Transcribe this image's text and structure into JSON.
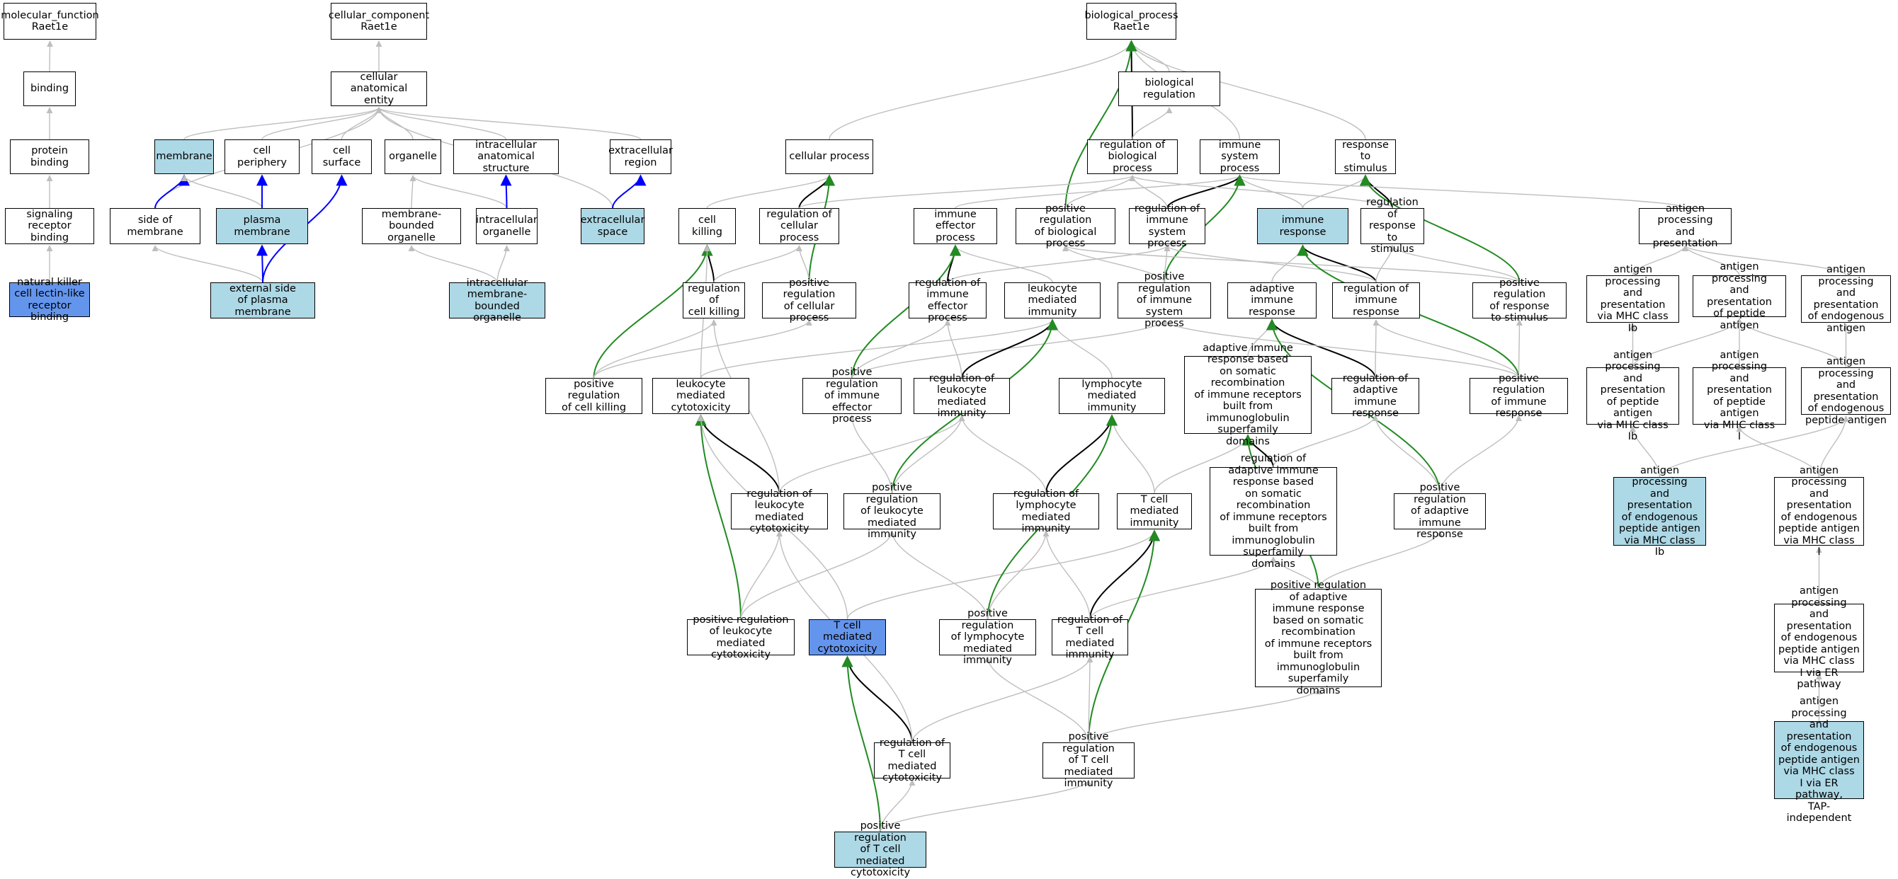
{
  "colors": {
    "is_a": "#bebebe",
    "regulates": "#000000",
    "positively_regulates": "#228b22",
    "part_of": "#0000ff",
    "highlight_light": "#add8e6",
    "highlight_dark": "#6495ed"
  },
  "nodes": {
    "mf": {
      "label": "molecular_function\nRaet1e"
    },
    "binding": {
      "label": "binding"
    },
    "protein_binding": {
      "label": "protein binding"
    },
    "signaling_receptor_binding": {
      "label": "signaling receptor\nbinding"
    },
    "nk_receptor_binding": {
      "label": "natural killer\ncell lectin-like\nreceptor binding"
    },
    "cc": {
      "label": "cellular_component\nRaet1e"
    },
    "cell_anatomical_entity": {
      "label": "cellular anatomical\nentity"
    },
    "membrane": {
      "label": "membrane"
    },
    "cell_periphery": {
      "label": "cell periphery"
    },
    "cell_surface": {
      "label": "cell surface"
    },
    "organelle": {
      "label": "organelle"
    },
    "intracellular_anatomical_structure": {
      "label": "intracellular\nanatomical structure"
    },
    "extracellular_region": {
      "label": "extracellular\nregion"
    },
    "side_of_membrane": {
      "label": "side of membrane"
    },
    "plasma_membrane": {
      "label": "plasma membrane"
    },
    "membrane_bounded_organelle": {
      "label": "membrane-bounded\norganelle"
    },
    "intracellular_organelle": {
      "label": "intracellular\norganelle"
    },
    "extracellular_space": {
      "label": "extracellular\nspace"
    },
    "external_side_pm": {
      "label": "external side\nof plasma membrane"
    },
    "intracellular_mb_organelle": {
      "label": "intracellular\nmembrane-bounded\norganelle"
    },
    "bp": {
      "label": "biological_process\nRaet1e"
    },
    "biological_regulation": {
      "label": "biological regulation"
    },
    "cellular_process": {
      "label": "cellular process"
    },
    "regulation_of_bp": {
      "label": "regulation of\nbiological process"
    },
    "immune_system_process": {
      "label": "immune system\nprocess"
    },
    "response_to_stimulus": {
      "label": "response to\nstimulus"
    },
    "cell_killing": {
      "label": "cell killing"
    },
    "regulation_of_cellular_process": {
      "label": "regulation of\ncellular process"
    },
    "immune_effector_process": {
      "label": "immune effector\nprocess"
    },
    "pos_reg_bp": {
      "label": "positive regulation\nof biological\nprocess"
    },
    "regulation_of_isp": {
      "label": "regulation of\nimmune system\nprocess"
    },
    "immune_response": {
      "label": "immune response"
    },
    "regulation_of_response_to_stimulus": {
      "label": "regulation of\nresponse to\nstimulus"
    },
    "antigen_processing": {
      "label": "antigen processing\nand presentation"
    },
    "regulation_of_cell_killing": {
      "label": "regulation of\ncell killing"
    },
    "pos_reg_cellular_process": {
      "label": "positive regulation\nof cellular\nprocess"
    },
    "regulation_of_iep": {
      "label": "regulation of\nimmune effector\nprocess"
    },
    "leukocyte_mediated_immunity": {
      "label": "leukocyte mediated\nimmunity"
    },
    "pos_reg_isp": {
      "label": "positive regulation\nof immune system\nprocess"
    },
    "adaptive_immune_response": {
      "label": "adaptive immune\nresponse"
    },
    "regulation_of_immune_response": {
      "label": "regulation of\nimmune response"
    },
    "pos_reg_response_to_stimulus": {
      "label": "positive regulation\nof response\nto stimulus"
    },
    "ap_mhc_ib": {
      "label": "antigen processing\nand presentation\nvia MHC class\nIb"
    },
    "ap_peptide": {
      "label": "antigen processing\nand presentation\nof peptide antigen"
    },
    "ap_endogenous": {
      "label": "antigen processing\nand presentation\nof endogenous\nantigen"
    },
    "pos_reg_cell_killing": {
      "label": "positive regulation\nof cell killing"
    },
    "leukocyte_mediated_cytotoxicity": {
      "label": "leukocyte mediated\ncytotoxicity"
    },
    "pos_reg_iep": {
      "label": "positive regulation\nof immune effector\nprocess"
    },
    "regulation_of_lmi": {
      "label": "regulation of\nleukocyte mediated\nimmunity"
    },
    "lymphocyte_mediated_immunity": {
      "label": "lymphocyte mediated\nimmunity"
    },
    "air_somatic": {
      "label": "adaptive immune\nresponse based\non somatic recombination\nof immune receptors\nbuilt from immunoglobulin\nsuperfamily\ndomains"
    },
    "regulation_of_air": {
      "label": "regulation of\nadaptive immune\nresponse"
    },
    "pos_reg_immune_response": {
      "label": "positive regulation\nof immune response"
    },
    "ap_peptide_mhc_ib": {
      "label": "antigen processing\nand presentation\nof peptide antigen\nvia MHC class\nIb"
    },
    "ap_peptide_mhc_i": {
      "label": "antigen processing\nand presentation\nof peptide antigen\nvia MHC class\nI"
    },
    "ap_endogenous_peptide": {
      "label": "antigen processing\nand presentation\nof endogenous\npeptide antigen"
    },
    "regulation_of_lmc": {
      "label": "regulation of\nleukocyte mediated\ncytotoxicity"
    },
    "pos_reg_lmi": {
      "label": "positive regulation\nof leukocyte\nmediated immunity"
    },
    "regulation_of_lymphocyte_mi": {
      "label": "regulation of\nlymphocyte mediated\nimmunity"
    },
    "t_cell_mediated_immunity": {
      "label": "T cell mediated\nimmunity"
    },
    "reg_air_somatic": {
      "label": "regulation of\nadaptive immune\nresponse based\non somatic recombination\nof immune receptors\nbuilt from immunoglobulin\nsuperfamily\ndomains"
    },
    "pos_reg_air": {
      "label": "positive regulation\nof adaptive\nimmune response"
    },
    "ap_endogenous_mhc_ib": {
      "label": "antigen processing\nand presentation\nof endogenous\npeptide antigen\nvia MHC class\nIb"
    },
    "ap_endogenous_mhc_i": {
      "label": "antigen processing\nand presentation\nof endogenous\npeptide antigen\nvia MHC class\nI"
    },
    "pos_reg_lmc": {
      "label": "positive regulation\nof leukocyte\nmediated cytotoxicity"
    },
    "t_cell_mediated_cytotoxicity": {
      "label": "T cell mediated\ncytotoxicity"
    },
    "pos_reg_lymphocyte_mi": {
      "label": "positive regulation\nof lymphocyte\nmediated immunity"
    },
    "regulation_of_tcmi": {
      "label": "regulation of\nT cell mediated\nimmunity"
    },
    "pos_reg_air_somatic": {
      "label": "positive regulation\nof adaptive\nimmune response\nbased on somatic\nrecombination\nof immune receptors\nbuilt from immunoglobulin\nsuperfamily\ndomains"
    },
    "ap_endogenous_mhc_i_er": {
      "label": "antigen processing\nand presentation\nof endogenous\npeptide antigen\nvia MHC class\nI via ER pathway"
    },
    "regulation_of_tcmc": {
      "label": "regulation of\nT cell mediated\ncytotoxicity"
    },
    "pos_reg_tcmi": {
      "label": "positive regulation\nof T cell mediated\nimmunity"
    },
    "ap_endogenous_mhc_i_er_tap": {
      "label": "antigen processing\nand presentation\nof endogenous\npeptide antigen\nvia MHC class\nI via ER pathway,\nTAP-independent"
    },
    "pos_reg_tcmc": {
      "label": "positive regulation\nof T cell mediated\ncytotoxicity"
    }
  },
  "edges": [
    [
      "binding",
      "mf",
      "is_a"
    ],
    [
      "protein_binding",
      "binding",
      "is_a"
    ],
    [
      "signaling_receptor_binding",
      "protein_binding",
      "is_a"
    ],
    [
      "nk_receptor_binding",
      "signaling_receptor_binding",
      "is_a"
    ],
    [
      "cell_anatomical_entity",
      "cc",
      "is_a"
    ],
    [
      "membrane",
      "cell_anatomical_entity",
      "is_a"
    ],
    [
      "cell_periphery",
      "cell_anatomical_entity",
      "is_a"
    ],
    [
      "cell_surface",
      "cell_anatomical_entity",
      "is_a"
    ],
    [
      "organelle",
      "cell_anatomical_entity",
      "is_a"
    ],
    [
      "intracellular_anatomical_structure",
      "cell_anatomical_entity",
      "is_a"
    ],
    [
      "extracellular_region",
      "cell_anatomical_entity",
      "is_a"
    ],
    [
      "side_of_membrane",
      "cell_anatomical_entity",
      "is_a"
    ],
    [
      "extracellular_space",
      "cell_anatomical_entity",
      "is_a"
    ],
    [
      "side_of_membrane",
      "membrane",
      "part_of"
    ],
    [
      "plasma_membrane",
      "membrane",
      "is_a"
    ],
    [
      "plasma_membrane",
      "cell_periphery",
      "part_of"
    ],
    [
      "external_side_pm",
      "side_of_membrane",
      "is_a"
    ],
    [
      "external_side_pm",
      "plasma_membrane",
      "part_of"
    ],
    [
      "external_side_pm",
      "cell_surface",
      "part_of"
    ],
    [
      "membrane_bounded_organelle",
      "organelle",
      "is_a"
    ],
    [
      "intracellular_organelle",
      "organelle",
      "is_a"
    ],
    [
      "intracellular_organelle",
      "intracellular_anatomical_structure",
      "part_of"
    ],
    [
      "intracellular_mb_organelle",
      "membrane_bounded_organelle",
      "is_a"
    ],
    [
      "intracellular_mb_organelle",
      "intracellular_organelle",
      "is_a"
    ],
    [
      "extracellular_space",
      "extracellular_region",
      "part_of"
    ],
    [
      "cellular_process",
      "bp",
      "is_a"
    ],
    [
      "biological_regulation",
      "bp",
      "is_a"
    ],
    [
      "regulation_of_bp",
      "bp",
      "regulates"
    ],
    [
      "regulation_of_bp",
      "biological_regulation",
      "is_a"
    ],
    [
      "immune_system_process",
      "bp",
      "is_a"
    ],
    [
      "response_to_stimulus",
      "bp",
      "is_a"
    ],
    [
      "pos_reg_bp",
      "bp",
      "positively_regulates"
    ],
    [
      "cell_killing",
      "cellular_process",
      "is_a"
    ],
    [
      "regulation_of_cellular_process",
      "cellular_process",
      "regulates"
    ],
    [
      "regulation_of_cellular_process",
      "regulation_of_bp",
      "is_a"
    ],
    [
      "pos_reg_cellular_process",
      "cellular_process",
      "positively_regulates"
    ],
    [
      "pos_reg_cellular_process",
      "regulation_of_cellular_process",
      "is_a"
    ],
    [
      "immune_effector_process",
      "immune_system_process",
      "is_a"
    ],
    [
      "pos_reg_bp",
      "regulation_of_bp",
      "is_a"
    ],
    [
      "regulation_of_isp",
      "immune_system_process",
      "regulates"
    ],
    [
      "regulation_of_isp",
      "regulation_of_bp",
      "is_a"
    ],
    [
      "immune_response",
      "immune_system_process",
      "is_a"
    ],
    [
      "immune_response",
      "response_to_stimulus",
      "is_a"
    ],
    [
      "regulation_of_response_to_stimulus",
      "response_to_stimulus",
      "regulates"
    ],
    [
      "regulation_of_response_to_stimulus",
      "regulation_of_bp",
      "is_a"
    ],
    [
      "antigen_processing",
      "immune_system_process",
      "is_a"
    ],
    [
      "regulation_of_cell_killing",
      "cell_killing",
      "regulates"
    ],
    [
      "regulation_of_cell_killing",
      "regulation_of_cellular_process",
      "is_a"
    ],
    [
      "regulation_of_iep",
      "immune_effector_process",
      "regulates"
    ],
    [
      "regulation_of_iep",
      "regulation_of_isp",
      "is_a"
    ],
    [
      "leukocyte_mediated_immunity",
      "immune_effector_process",
      "is_a"
    ],
    [
      "pos_reg_isp",
      "immune_system_process",
      "positively_regulates"
    ],
    [
      "pos_reg_isp",
      "pos_reg_bp",
      "is_a"
    ],
    [
      "pos_reg_isp",
      "regulation_of_isp",
      "is_a"
    ],
    [
      "adaptive_immune_response",
      "immune_response",
      "is_a"
    ],
    [
      "regulation_of_immune_response",
      "immune_response",
      "regulates"
    ],
    [
      "regulation_of_immune_response",
      "regulation_of_isp",
      "is_a"
    ],
    [
      "regulation_of_immune_response",
      "regulation_of_response_to_stimulus",
      "is_a"
    ],
    [
      "pos_reg_response_to_stimulus",
      "response_to_stimulus",
      "positively_regulates"
    ],
    [
      "pos_reg_response_to_stimulus",
      "regulation_of_response_to_stimulus",
      "is_a"
    ],
    [
      "pos_reg_response_to_stimulus",
      "pos_reg_bp",
      "is_a"
    ],
    [
      "ap_mhc_ib",
      "antigen_processing",
      "is_a"
    ],
    [
      "ap_peptide",
      "antigen_processing",
      "is_a"
    ],
    [
      "ap_endogenous",
      "antigen_processing",
      "is_a"
    ],
    [
      "pos_reg_cell_killing",
      "cell_killing",
      "positively_regulates"
    ],
    [
      "pos_reg_cell_killing",
      "regulation_of_cell_killing",
      "is_a"
    ],
    [
      "pos_reg_cell_killing",
      "pos_reg_cellular_process",
      "is_a"
    ],
    [
      "leukocyte_mediated_cytotoxicity",
      "cell_killing",
      "is_a"
    ],
    [
      "leukocyte_mediated_cytotoxicity",
      "leukocyte_mediated_immunity",
      "is_a"
    ],
    [
      "pos_reg_iep",
      "immune_effector_process",
      "positively_regulates"
    ],
    [
      "pos_reg_iep",
      "regulation_of_iep",
      "is_a"
    ],
    [
      "pos_reg_iep",
      "pos_reg_isp",
      "is_a"
    ],
    [
      "regulation_of_lmi",
      "leukocyte_mediated_immunity",
      "regulates"
    ],
    [
      "regulation_of_lmi",
      "regulation_of_iep",
      "is_a"
    ],
    [
      "lymphocyte_mediated_immunity",
      "leukocyte_mediated_immunity",
      "is_a"
    ],
    [
      "air_somatic",
      "adaptive_immune_response",
      "is_a"
    ],
    [
      "regulation_of_air",
      "adaptive_immune_response",
      "regulates"
    ],
    [
      "regulation_of_air",
      "regulation_of_immune_response",
      "is_a"
    ],
    [
      "pos_reg_immune_response",
      "immune_response",
      "positively_regulates"
    ],
    [
      "pos_reg_immune_response",
      "regulation_of_immune_response",
      "is_a"
    ],
    [
      "pos_reg_immune_response",
      "pos_reg_isp",
      "is_a"
    ],
    [
      "pos_reg_immune_response",
      "pos_reg_response_to_stimulus",
      "is_a"
    ],
    [
      "ap_peptide_mhc_ib",
      "ap_mhc_ib",
      "is_a"
    ],
    [
      "ap_peptide_mhc_ib",
      "ap_peptide",
      "is_a"
    ],
    [
      "ap_peptide_mhc_i",
      "ap_peptide",
      "is_a"
    ],
    [
      "ap_endogenous_peptide",
      "ap_peptide",
      "is_a"
    ],
    [
      "ap_endogenous_peptide",
      "ap_endogenous",
      "is_a"
    ],
    [
      "regulation_of_lmc",
      "leukocyte_mediated_cytotoxicity",
      "regulates"
    ],
    [
      "regulation_of_lmc",
      "regulation_of_lmi",
      "is_a"
    ],
    [
      "regulation_of_lmc",
      "regulation_of_cell_killing",
      "is_a"
    ],
    [
      "pos_reg_lmi",
      "leukocyte_mediated_immunity",
      "positively_regulates"
    ],
    [
      "pos_reg_lmi",
      "regulation_of_lmi",
      "is_a"
    ],
    [
      "pos_reg_lmi",
      "pos_reg_iep",
      "is_a"
    ],
    [
      "regulation_of_lymphocyte_mi",
      "lymphocyte_mediated_immunity",
      "regulates"
    ],
    [
      "regulation_of_lymphocyte_mi",
      "regulation_of_lmi",
      "is_a"
    ],
    [
      "t_cell_mediated_immunity",
      "lymphocyte_mediated_immunity",
      "is_a"
    ],
    [
      "t_cell_mediated_immunity",
      "air_somatic",
      "is_a"
    ],
    [
      "reg_air_somatic",
      "air_somatic",
      "regulates"
    ],
    [
      "reg_air_somatic",
      "regulation_of_air",
      "is_a"
    ],
    [
      "pos_reg_air",
      "adaptive_immune_response",
      "positively_regulates"
    ],
    [
      "pos_reg_air",
      "regulation_of_air",
      "is_a"
    ],
    [
      "pos_reg_air",
      "pos_reg_immune_response",
      "is_a"
    ],
    [
      "ap_endogenous_mhc_ib",
      "ap_peptide_mhc_ib",
      "is_a"
    ],
    [
      "ap_endogenous_mhc_ib",
      "ap_endogenous_peptide",
      "is_a"
    ],
    [
      "ap_endogenous_mhc_i",
      "ap_peptide_mhc_i",
      "is_a"
    ],
    [
      "ap_endogenous_mhc_i",
      "ap_endogenous_peptide",
      "is_a"
    ],
    [
      "pos_reg_lmc",
      "leukocyte_mediated_cytotoxicity",
      "positively_regulates"
    ],
    [
      "pos_reg_lmc",
      "regulation_of_lmc",
      "is_a"
    ],
    [
      "pos_reg_lmc",
      "pos_reg_lmi",
      "is_a"
    ],
    [
      "t_cell_mediated_cytotoxicity",
      "leukocyte_mediated_cytotoxicity",
      "is_a"
    ],
    [
      "t_cell_mediated_cytotoxicity",
      "t_cell_mediated_immunity",
      "is_a"
    ],
    [
      "pos_reg_lymphocyte_mi",
      "lymphocyte_mediated_immunity",
      "positively_regulates"
    ],
    [
      "pos_reg_lymphocyte_mi",
      "regulation_of_lymphocyte_mi",
      "is_a"
    ],
    [
      "pos_reg_lymphocyte_mi",
      "pos_reg_lmi",
      "is_a"
    ],
    [
      "regulation_of_tcmi",
      "t_cell_mediated_immunity",
      "regulates"
    ],
    [
      "regulation_of_tcmi",
      "regulation_of_lymphocyte_mi",
      "is_a"
    ],
    [
      "regulation_of_tcmi",
      "reg_air_somatic",
      "is_a"
    ],
    [
      "pos_reg_air_somatic",
      "air_somatic",
      "positively_regulates"
    ],
    [
      "pos_reg_air_somatic",
      "reg_air_somatic",
      "is_a"
    ],
    [
      "pos_reg_air_somatic",
      "pos_reg_air",
      "is_a"
    ],
    [
      "ap_endogenous_mhc_i_er",
      "ap_endogenous_mhc_i",
      "is_a"
    ],
    [
      "ap_endogenous_mhc_i_er_tap",
      "ap_endogenous_mhc_i_er",
      "is_a"
    ],
    [
      "regulation_of_tcmc",
      "t_cell_mediated_cytotoxicity",
      "regulates"
    ],
    [
      "regulation_of_tcmc",
      "regulation_of_tcmi",
      "is_a"
    ],
    [
      "regulation_of_tcmc",
      "regulation_of_lmc",
      "is_a"
    ],
    [
      "pos_reg_tcmi",
      "t_cell_mediated_immunity",
      "positively_regulates"
    ],
    [
      "pos_reg_tcmi",
      "regulation_of_tcmi",
      "is_a"
    ],
    [
      "pos_reg_tcmi",
      "pos_reg_lymphocyte_mi",
      "is_a"
    ],
    [
      "pos_reg_tcmi",
      "pos_reg_air_somatic",
      "is_a"
    ],
    [
      "pos_reg_tcmc",
      "t_cell_mediated_cytotoxicity",
      "positively_regulates"
    ],
    [
      "pos_reg_tcmc",
      "regulation_of_tcmc",
      "is_a"
    ],
    [
      "pos_reg_tcmc",
      "pos_reg_tcmi",
      "is_a"
    ]
  ]
}
